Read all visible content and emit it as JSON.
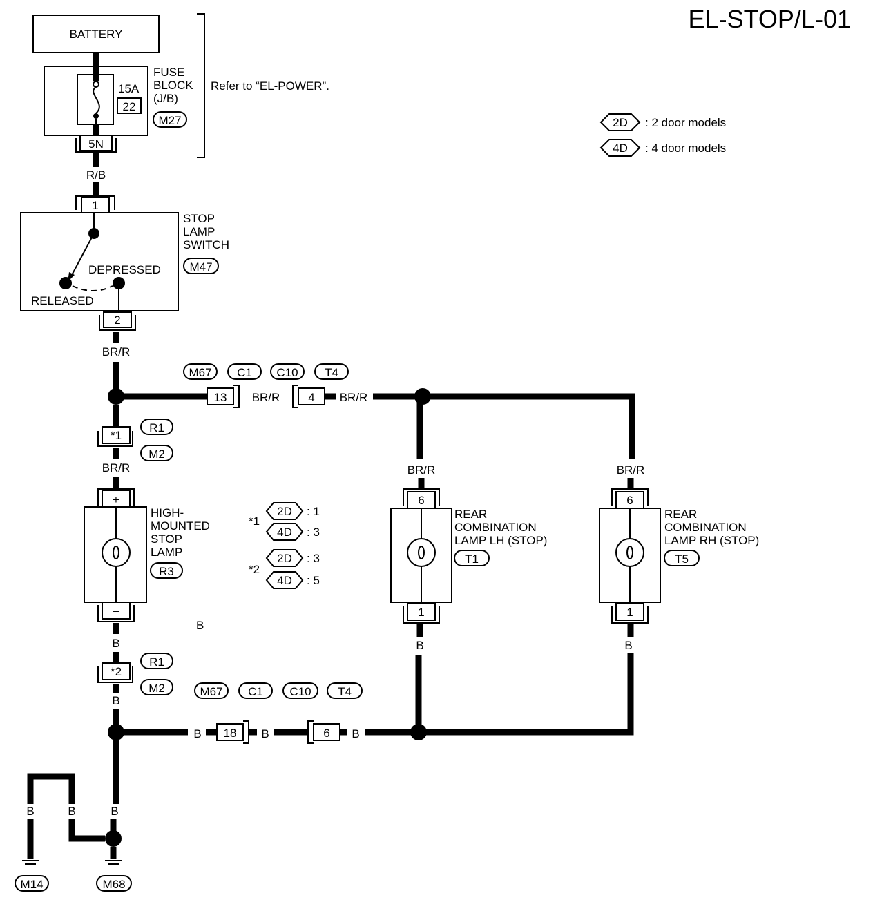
{
  "title": "EL-STOP/L-01",
  "battery_label": "BATTERY",
  "fuse_block": {
    "label_lines": [
      "FUSE",
      "BLOCK",
      "(J/B)"
    ],
    "amperage": "15A",
    "fuse_no": "22",
    "connector": "M27",
    "terminal": "5N",
    "refer_note": "Refer to “EL-POWER”."
  },
  "legend": [
    {
      "tag": "2D",
      "text": ": 2 door models"
    },
    {
      "tag": "4D",
      "text": ": 4 door models"
    }
  ],
  "stop_lamp_switch": {
    "label_lines": [
      "STOP",
      "LAMP",
      "SWITCH"
    ],
    "connector": "M47",
    "state_depressed": "DEPRESSED",
    "state_released": "RELEASED",
    "pin_in": "1",
    "pin_out": "2"
  },
  "wire_colors": {
    "rb": "R/B",
    "brr": "BR/R",
    "b": "B"
  },
  "joint_connectors_top": {
    "tags": [
      "M67",
      "C1",
      "C10",
      "T4"
    ],
    "pin_a": "13",
    "pin_b": "4"
  },
  "joint_connectors_bottom": {
    "tags": [
      "M67",
      "C1",
      "C10",
      "T4"
    ],
    "pin_a": "18",
    "pin_b": "6"
  },
  "relay_conn_1": {
    "pin": "*1",
    "tags": [
      "R1",
      "M2"
    ]
  },
  "relay_conn_2": {
    "pin": "*2",
    "tags": [
      "R1",
      "M2"
    ]
  },
  "high_mount_lamp": {
    "label_lines": [
      "HIGH-",
      "MOUNTED",
      "STOP",
      "LAMP"
    ],
    "connector": "R3",
    "pin_plus": "+",
    "pin_minus": "−"
  },
  "footnotes": [
    {
      "mark": "*1",
      "rows": [
        {
          "tag": "2D",
          "val": ": 1"
        },
        {
          "tag": "4D",
          "val": ": 3"
        }
      ]
    },
    {
      "mark": "*2",
      "rows": [
        {
          "tag": "2D",
          "val": ": 3"
        },
        {
          "tag": "4D",
          "val": ": 5"
        }
      ]
    }
  ],
  "rear_lamp_lh": {
    "label_lines": [
      "REAR",
      "COMBINATION",
      "LAMP LH (STOP)"
    ],
    "connector": "T1",
    "pin_top": "6",
    "pin_bottom": "1"
  },
  "rear_lamp_rh": {
    "label_lines": [
      "REAR",
      "COMBINATION",
      "LAMP RH (STOP)"
    ],
    "connector": "T5",
    "pin_top": "6",
    "pin_bottom": "1"
  },
  "stray_label": "B",
  "grounds": [
    "M14",
    "M68"
  ]
}
